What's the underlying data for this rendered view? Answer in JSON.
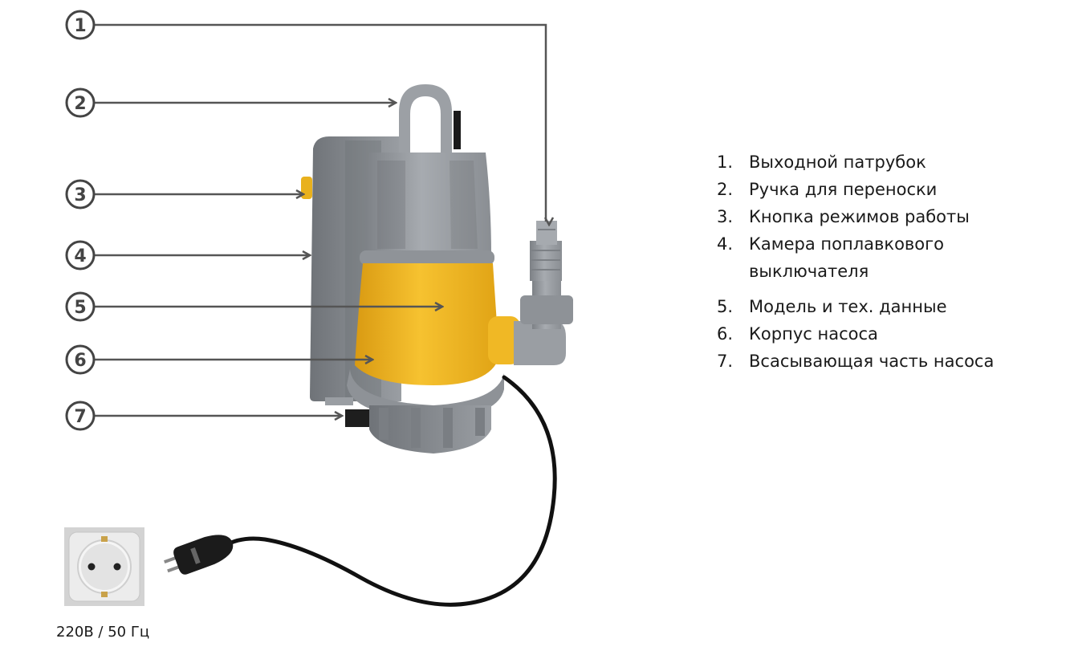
{
  "callouts": [
    {
      "number": "1",
      "label": "Выходной патрубок"
    },
    {
      "number": "2",
      "label": "Ручка для переноски"
    },
    {
      "number": "3",
      "label": "Кнопка режимов работы"
    },
    {
      "number": "4",
      "label": "Камера поплавкового выключателя"
    },
    {
      "number": "5",
      "label": "Модель и тех. данные"
    },
    {
      "number": "6",
      "label": "Корпус насоса"
    },
    {
      "number": "7",
      "label": "Всасывающая часть насоса"
    }
  ],
  "legend": {
    "items": [
      {
        "n": "1.",
        "text": "Выходной патрубок"
      },
      {
        "n": "2.",
        "text": "Ручка для переноски"
      },
      {
        "n": "3.",
        "text": "Кнопка режимов работы"
      },
      {
        "n": "4.",
        "text": "Камера поплавкового выключателя"
      },
      {
        "n": "5.",
        "text": "Модель и тех. данные"
      },
      {
        "n": "6.",
        "text": "Корпус насоса"
      },
      {
        "n": "7.",
        "text": "Всасывающая часть насоса"
      }
    ]
  },
  "power": {
    "label": "220В / 50 Гц"
  },
  "colors": {
    "body_yellow": "#F2B71F",
    "housing_gray": "#8E9297",
    "arrow_gray": "#555555",
    "cable": "#111111"
  }
}
